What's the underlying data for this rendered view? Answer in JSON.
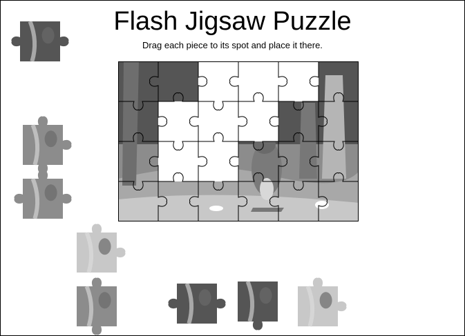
{
  "title": "Flash Jigsaw Puzzle",
  "instructions": "Drag each piece to its spot and place it there.",
  "colors": {
    "board_line": "#000000",
    "empty_slot": "#ffffff",
    "bg_dark": "#555555",
    "bg_mid": "#8c8c8c",
    "bg_light": "#c8c8c8",
    "ground": "#a8a8a8"
  },
  "board": {
    "rows": 4,
    "cols": 6,
    "empty_slots": [
      [
        0,
        2
      ],
      [
        0,
        3
      ],
      [
        0,
        4
      ],
      [
        1,
        1
      ],
      [
        1,
        2
      ],
      [
        1,
        3
      ],
      [
        2,
        1
      ],
      [
        2,
        2
      ]
    ]
  },
  "loose_pieces": [
    {
      "id": "piece-1",
      "tone": "dark"
    },
    {
      "id": "piece-2",
      "tone": "mid"
    },
    {
      "id": "piece-3",
      "tone": "mid"
    },
    {
      "id": "piece-4",
      "tone": "light"
    },
    {
      "id": "piece-5",
      "tone": "mid"
    },
    {
      "id": "piece-6",
      "tone": "dark"
    },
    {
      "id": "piece-7",
      "tone": "dark"
    },
    {
      "id": "piece-8",
      "tone": "light"
    }
  ]
}
